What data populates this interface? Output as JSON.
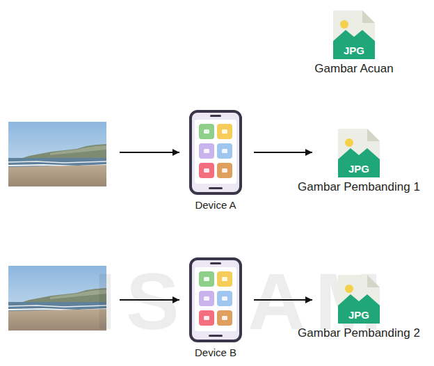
{
  "diagram": {
    "nodes": [
      {
        "text": [
          "JPG",
          "Gambar Acuan"
        ]
      },
      {
        "text": [
          "Device A"
        ]
      },
      {
        "text": [
          "JPG",
          "Gambar Pembanding 1"
        ]
      },
      {
        "text": [
          "Device B"
        ]
      },
      {
        "text": [
          "JPG",
          "Gambar Pembanding 2"
        ]
      }
    ],
    "edges": [
      {
        "from": 1,
        "to": 2,
        "arrow": "to"
      },
      {
        "from": 3,
        "to": 4,
        "arrow": "to"
      }
    ],
    "labels": [
      "ISLAM"
    ]
  }
}
